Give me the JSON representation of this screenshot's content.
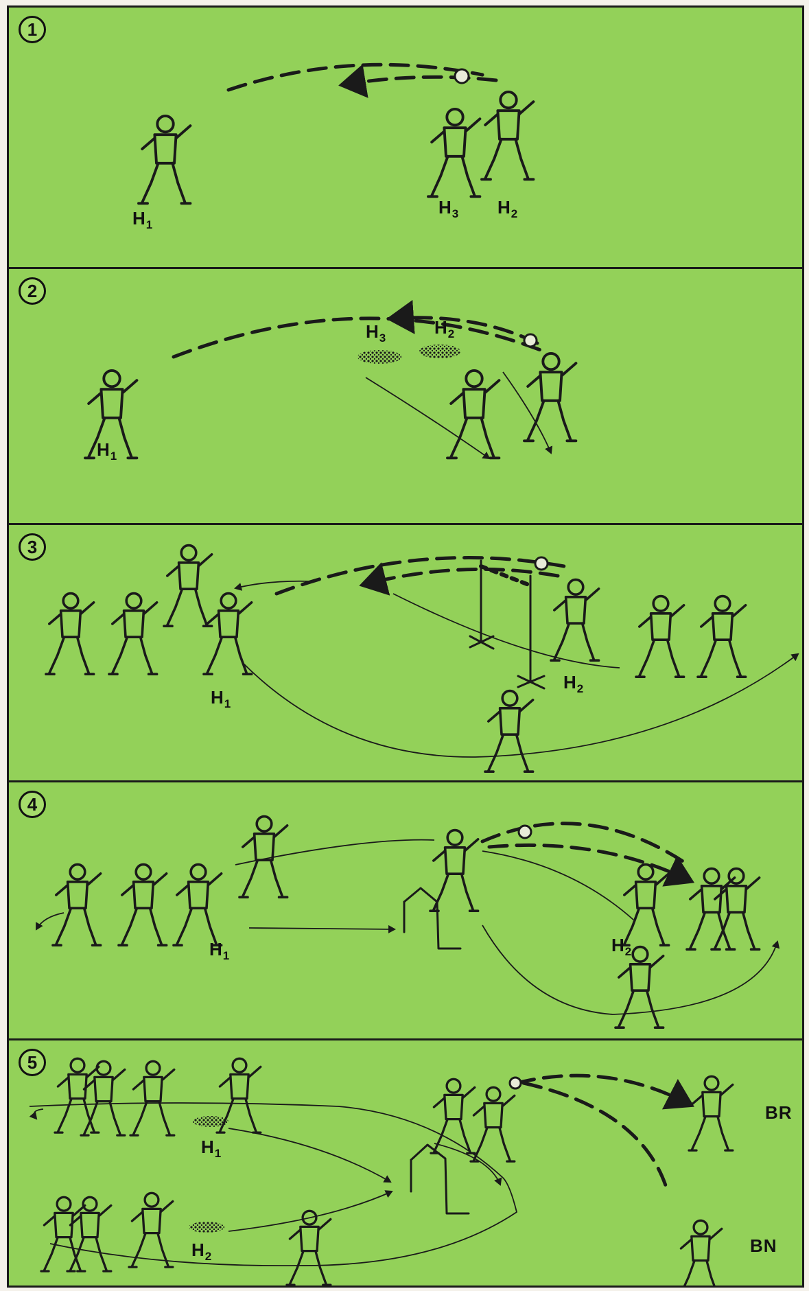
{
  "panels": [
    {
      "number": "1",
      "labels": [
        {
          "main": "H",
          "sub": "1"
        },
        {
          "main": "H",
          "sub": "3"
        },
        {
          "main": "H",
          "sub": "2"
        }
      ]
    },
    {
      "number": "2",
      "labels": [
        {
          "main": "H",
          "sub": "1"
        },
        {
          "main": "H",
          "sub": "3"
        },
        {
          "main": "H",
          "sub": "2"
        }
      ]
    },
    {
      "number": "3",
      "labels": [
        {
          "main": "H",
          "sub": "1"
        },
        {
          "main": "H",
          "sub": "2"
        }
      ]
    },
    {
      "number": "4",
      "labels": [
        {
          "main": "H",
          "sub": "1"
        },
        {
          "main": "H",
          "sub": "2"
        }
      ]
    },
    {
      "number": "5",
      "labels": [
        {
          "main": "H",
          "sub": "1"
        },
        {
          "main": "H",
          "sub": "2"
        },
        {
          "main": "BR",
          "sub": ""
        },
        {
          "main": "BN",
          "sub": ""
        }
      ]
    }
  ],
  "colors": {
    "field": "#93d159",
    "ink": "#1a1a1a",
    "border": "#1a1a1a"
  },
  "icons": [
    "player-figure-icon",
    "goalkeeper-figure-icon",
    "ball-icon",
    "hurdle-icon",
    "pole-barrier-icon",
    "hatched-marker-icon"
  ]
}
